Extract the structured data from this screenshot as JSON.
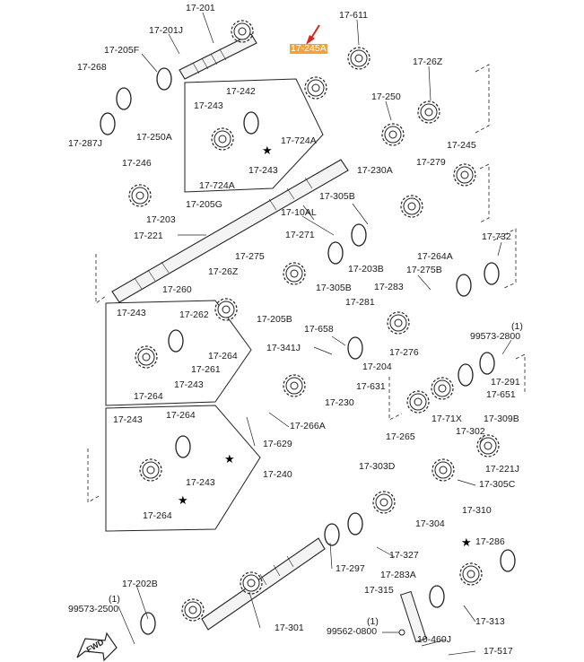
{
  "callouts": [
    {
      "id": "17-201",
      "text": "17-201"
    },
    {
      "id": "17-201J",
      "text": "17-201J"
    },
    {
      "id": "17-205F",
      "text": "17-205F"
    },
    {
      "id": "17-268",
      "text": "17-268"
    },
    {
      "id": "17-287J",
      "text": "17-287J"
    },
    {
      "id": "17-611",
      "text": "17-611"
    },
    {
      "id": "17-245A",
      "text": "17-245A"
    },
    {
      "id": "17-26Z-top",
      "text": "17-26Z"
    },
    {
      "id": "17-250",
      "text": "17-250"
    },
    {
      "id": "17-242",
      "text": "17-242"
    },
    {
      "id": "17-243-a",
      "text": "17-243"
    },
    {
      "id": "17-250A",
      "text": "17-250A"
    },
    {
      "id": "17-724A-a",
      "text": "17-724A"
    },
    {
      "id": "17-243-b",
      "text": "17-243"
    },
    {
      "id": "17-724A-b",
      "text": "17-724A"
    },
    {
      "id": "17-245",
      "text": "17-245"
    },
    {
      "id": "17-246",
      "text": "17-246"
    },
    {
      "id": "17-230A",
      "text": "17-230A"
    },
    {
      "id": "17-279",
      "text": "17-279"
    },
    {
      "id": "17-205G",
      "text": "17-205G"
    },
    {
      "id": "17-203",
      "text": "17-203"
    },
    {
      "id": "17-305B-a",
      "text": "17-305B"
    },
    {
      "id": "17-10AL",
      "text": "17-10AL"
    },
    {
      "id": "17-221",
      "text": "17-221"
    },
    {
      "id": "17-271",
      "text": "17-271"
    },
    {
      "id": "17-732",
      "text": "17-732"
    },
    {
      "id": "17-275",
      "text": "17-275"
    },
    {
      "id": "17-264A",
      "text": "17-264A"
    },
    {
      "id": "17-275B",
      "text": "17-275B"
    },
    {
      "id": "17-203B",
      "text": "17-203B"
    },
    {
      "id": "17-26Z-mid",
      "text": "17-26Z"
    },
    {
      "id": "17-260",
      "text": "17-260"
    },
    {
      "id": "17-305B-b",
      "text": "17-305B"
    },
    {
      "id": "17-283",
      "text": "17-283"
    },
    {
      "id": "17-281",
      "text": "17-281"
    },
    {
      "id": "17-243-c",
      "text": "17-243"
    },
    {
      "id": "17-262",
      "text": "17-262"
    },
    {
      "id": "17-205B",
      "text": "17-205B"
    },
    {
      "id": "17-658",
      "text": "17-658"
    },
    {
      "id": "1-a",
      "text": "(1)"
    },
    {
      "id": "99573-2800",
      "text": "99573-2800"
    },
    {
      "id": "17-341J",
      "text": "17-341J"
    },
    {
      "id": "17-276",
      "text": "17-276"
    },
    {
      "id": "17-264-a",
      "text": "17-264"
    },
    {
      "id": "17-261",
      "text": "17-261"
    },
    {
      "id": "17-204",
      "text": "17-204"
    },
    {
      "id": "17-291",
      "text": "17-291"
    },
    {
      "id": "17-243-d",
      "text": "17-243"
    },
    {
      "id": "17-264-b",
      "text": "17-264"
    },
    {
      "id": "17-631",
      "text": "17-631"
    },
    {
      "id": "17-651",
      "text": "17-651"
    },
    {
      "id": "17-230",
      "text": "17-230"
    },
    {
      "id": "17-71X",
      "text": "17-71X"
    },
    {
      "id": "17-309B",
      "text": "17-309B"
    },
    {
      "id": "17-243-e",
      "text": "17-243"
    },
    {
      "id": "17-264-c",
      "text": "17-264"
    },
    {
      "id": "17-266A",
      "text": "17-266A"
    },
    {
      "id": "17-265",
      "text": "17-265"
    },
    {
      "id": "17-302",
      "text": "17-302"
    },
    {
      "id": "17-629",
      "text": "17-629"
    },
    {
      "id": "17-303D",
      "text": "17-303D"
    },
    {
      "id": "17-221J",
      "text": "17-221J"
    },
    {
      "id": "17-240",
      "text": "17-240"
    },
    {
      "id": "17-305C",
      "text": "17-305C"
    },
    {
      "id": "17-243-f",
      "text": "17-243"
    },
    {
      "id": "17-264-d",
      "text": "17-264"
    },
    {
      "id": "17-310",
      "text": "17-310"
    },
    {
      "id": "17-304",
      "text": "17-304"
    },
    {
      "id": "17-286",
      "text": "17-286"
    },
    {
      "id": "17-327",
      "text": "17-327"
    },
    {
      "id": "17-297",
      "text": "17-297"
    },
    {
      "id": "17-202B",
      "text": "17-202B"
    },
    {
      "id": "17-283A",
      "text": "17-283A"
    },
    {
      "id": "1-b",
      "text": "(1)"
    },
    {
      "id": "99573-2500",
      "text": "99573-2500"
    },
    {
      "id": "17-315",
      "text": "17-315"
    },
    {
      "id": "17-301",
      "text": "17-301"
    },
    {
      "id": "17-313",
      "text": "17-313"
    },
    {
      "id": "1-c",
      "text": "(1)"
    },
    {
      "id": "99562-0800",
      "text": "99562-0800"
    },
    {
      "id": "10-460J",
      "text": "10-460J"
    },
    {
      "id": "17-517",
      "text": "17-517"
    }
  ],
  "highlighted_callout": "17-245A",
  "highlight_color": "#f2a23a",
  "arrow_color": "#d9261c",
  "fwd_label": "FWD",
  "star_glyph": "★"
}
